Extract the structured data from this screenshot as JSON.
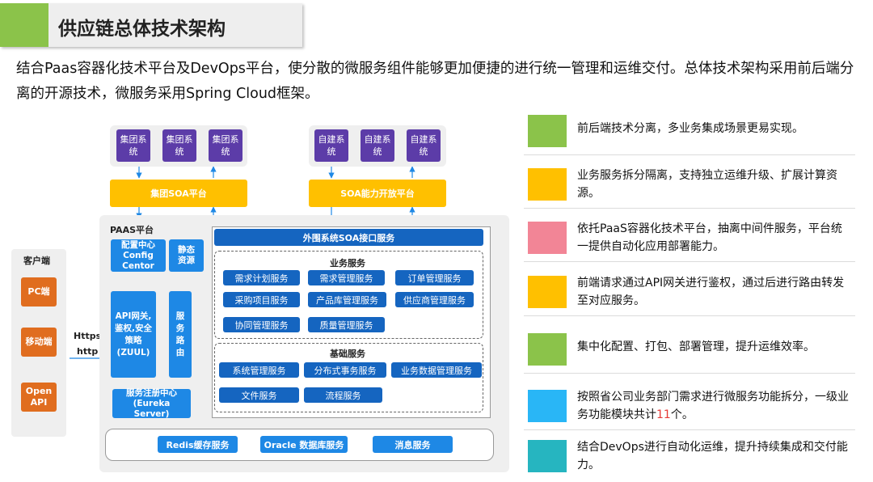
{
  "header": {
    "title": "供应链总体技术架构"
  },
  "intro": "结合Paas容器化技术平台及DevOps平台，使分散的微服务组件能够更加便捷的进行统一管理和运维交付。总体技术架构采用前后端分离的开源技术，微服务采用Spring Cloud框架。",
  "top_left": {
    "systems": [
      "集团系统",
      "集团系统",
      "集团系统"
    ],
    "platform": "集团SOA平台"
  },
  "top_right": {
    "systems": [
      "自建系统",
      "自建系统",
      "自建系统"
    ],
    "platform": "SOA能力开放平台"
  },
  "client": {
    "label": "客户端",
    "items": [
      "PC端",
      "移动端",
      "Open API"
    ]
  },
  "protocol": {
    "line1": "Https",
    "line2": "http"
  },
  "paas": {
    "label": "PAAS平台",
    "config_center": "配置中心Config Centor",
    "static_resources": "静态资源",
    "api_gateway": "API网关,鉴权,安全策略(ZUUL)",
    "service_routing": "服务路由",
    "registry": "服务注册中心(Eureka Server)",
    "external_soa": "外围系统SOA接口服务",
    "business": {
      "label": "业务服务",
      "services": [
        "需求计划服务",
        "需求管理服务",
        "订单管理服务",
        "采购项目服务",
        "产品库管理服务",
        "供应商管理服务",
        "协同管理服务",
        "质量管理服务"
      ]
    },
    "basic": {
      "label": "基础服务",
      "services": [
        "系统管理服务",
        "分布式事务服务",
        "业务数据管理服务",
        "文件服务",
        "流程服务"
      ]
    },
    "infra": [
      "Redis缓存服务",
      "Oracle 数据库服务",
      "消息服务"
    ]
  },
  "features": [
    {
      "color": "#8bc34a",
      "text": "前后端技术分离，多业务集成场景更易实现。"
    },
    {
      "color": "#ffc000",
      "text": "业务服务拆分隔离，支持独立运维升级、扩展计算资源。"
    },
    {
      "color": "#f28596",
      "text": "依托PaaS容器化技术平台，抽离中间件服务，平台统一提供自动化应用部署能力。"
    },
    {
      "color": "#ffc000",
      "text": "前端请求通过API网关进行鉴权，通过后进行路由转发至对应服务。"
    },
    {
      "color": "#8bc34a",
      "text": "集中化配置、打包、部署管理，提升运维效率。"
    },
    {
      "color": "#29b6f6",
      "text_before": "按照省公司业务部门需求进行微服务功能拆分，一级业务功能模块共计",
      "highlight": "11",
      "text_after": "个。",
      "highlight_color": "#e53935"
    },
    {
      "color": "#26b5c0",
      "text": "结合DevOps进行自动化运维，提升持续集成和交付能力。"
    }
  ]
}
